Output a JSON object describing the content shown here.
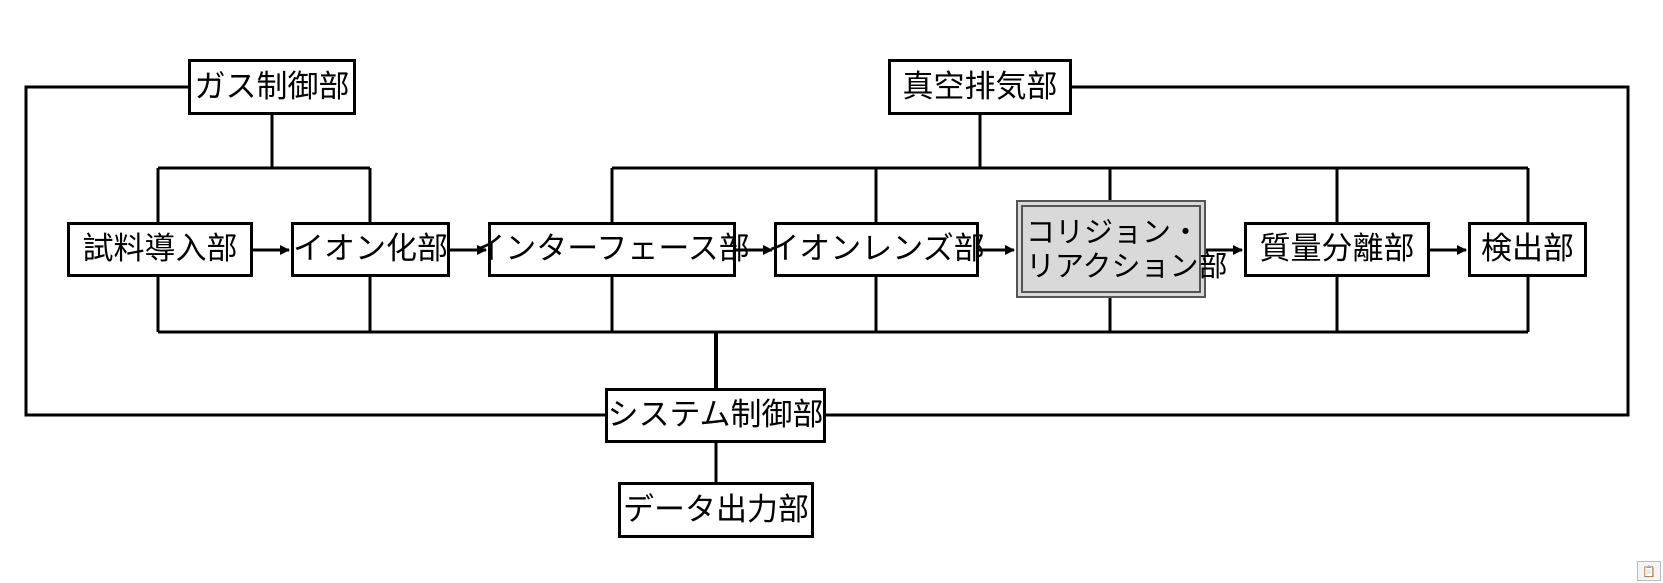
{
  "blocks": {
    "gas_control": "ガス制御部",
    "vacuum_exhaust": "真空排気部",
    "sample_intro": "試料導入部",
    "ionization": "イオン化部",
    "interface": "インターフェース部",
    "ion_lens": "イオンレンズ部",
    "collision_line1": "コリジョン・",
    "collision_line2": "リアクション部",
    "mass_separation": "質量分離部",
    "detector": "検出部",
    "system_control": "システム制御部",
    "data_output": "データ出力部"
  },
  "colors": {
    "line": "#000000",
    "highlight_fill": "#d9d9d9"
  },
  "icons": {
    "paste_options": "clipboard-icon"
  }
}
